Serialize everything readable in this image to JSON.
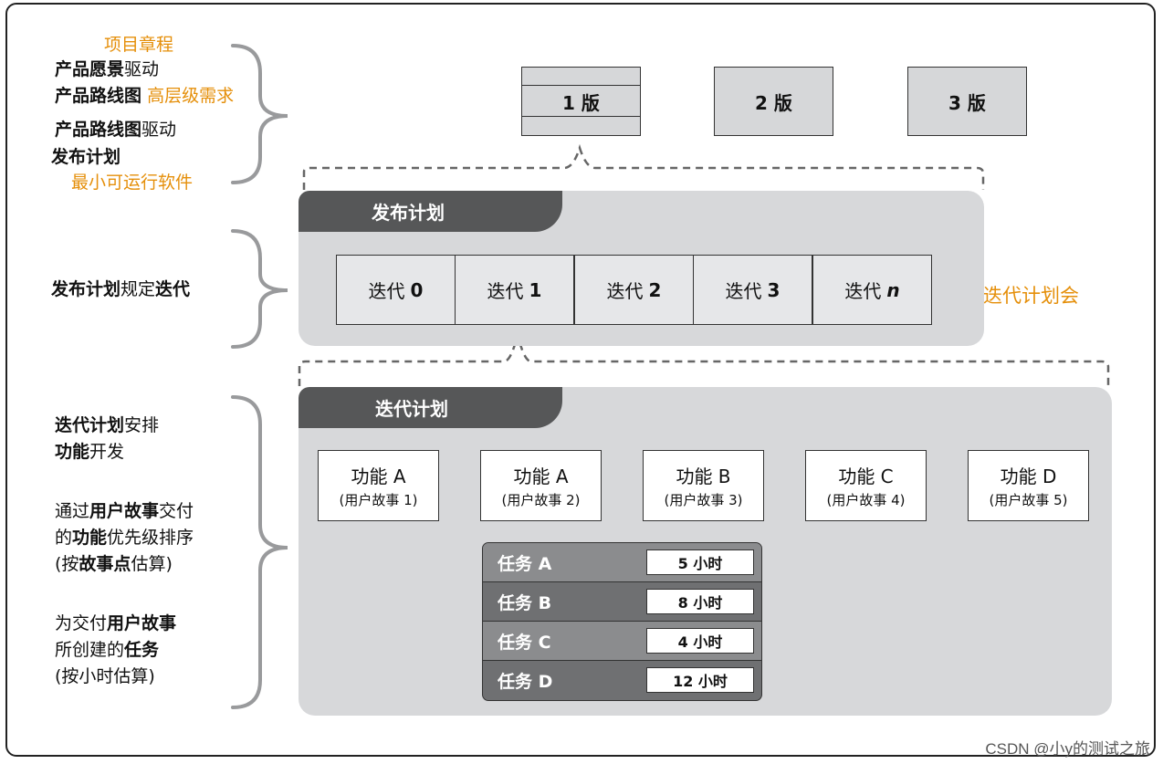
{
  "left_labels": {
    "charter": "项目章程",
    "vision_bold": "产品愿景",
    "vision_suffix": "驱动",
    "roadmap_bold": "产品路线图",
    "high_level": "高层级需求",
    "roadmap2_bold": "产品路线图",
    "roadmap2_suffix": "驱动",
    "release_plan_bold": "发布计划",
    "mvp": "最小可运行软件",
    "release_defines_bold1": "发布计划",
    "release_defines_mid": "规定",
    "release_defines_bold2": "迭代",
    "iter_arranges_bold": "迭代计划",
    "iter_arranges_suffix": "安排",
    "feature_dev_bold": "功能",
    "feature_dev_suffix": "开发",
    "via_prefix": "通过",
    "via_bold": "用户故事",
    "via_suffix": "交付",
    "of_prefix": "的",
    "of_bold": "功能",
    "of_suffix": "优先级排序",
    "by_prefix": "(按",
    "by_bold": "故事点",
    "by_suffix": "估算)",
    "for_prefix": "为交付",
    "for_bold": "用户故事",
    "created_prefix": "所创建的",
    "created_bold": "任务",
    "hours_est": "(按小时估算)"
  },
  "versions": [
    "1 版",
    "2 版",
    "3 版"
  ],
  "release_panel": {
    "tab": "发布计划",
    "iterations": [
      {
        "prefix": "迭代",
        "num": "0"
      },
      {
        "prefix": "迭代",
        "num": "1"
      },
      {
        "prefix": "迭代",
        "num": "2"
      },
      {
        "prefix": "迭代",
        "num": "3"
      },
      {
        "prefix": "迭代",
        "num": "n"
      }
    ],
    "side_label": "迭代计划会"
  },
  "iteration_panel": {
    "tab": "迭代计划",
    "features": [
      {
        "title": "功能 A",
        "story": "(用户故事 1)"
      },
      {
        "title": "功能 A",
        "story": "(用户故事 2)"
      },
      {
        "title": "功能 B",
        "story": "(用户故事 3)"
      },
      {
        "title": "功能 C",
        "story": "(用户故事 4)"
      },
      {
        "title": "功能 D",
        "story": "(用户故事 5)"
      }
    ],
    "tasks": [
      {
        "name": "任务 A",
        "hours": "5 小时"
      },
      {
        "name": "任务 B",
        "hours": "8 小时"
      },
      {
        "name": "任务 C",
        "hours": "4 小时"
      },
      {
        "name": "任务 D",
        "hours": "12 小时"
      }
    ]
  },
  "watermark": "CSDN @小y的测试之旅",
  "colors": {
    "accent_orange": "#e58f0a",
    "panel_gray": "#d7d8da",
    "tab_dark": "#565758"
  }
}
